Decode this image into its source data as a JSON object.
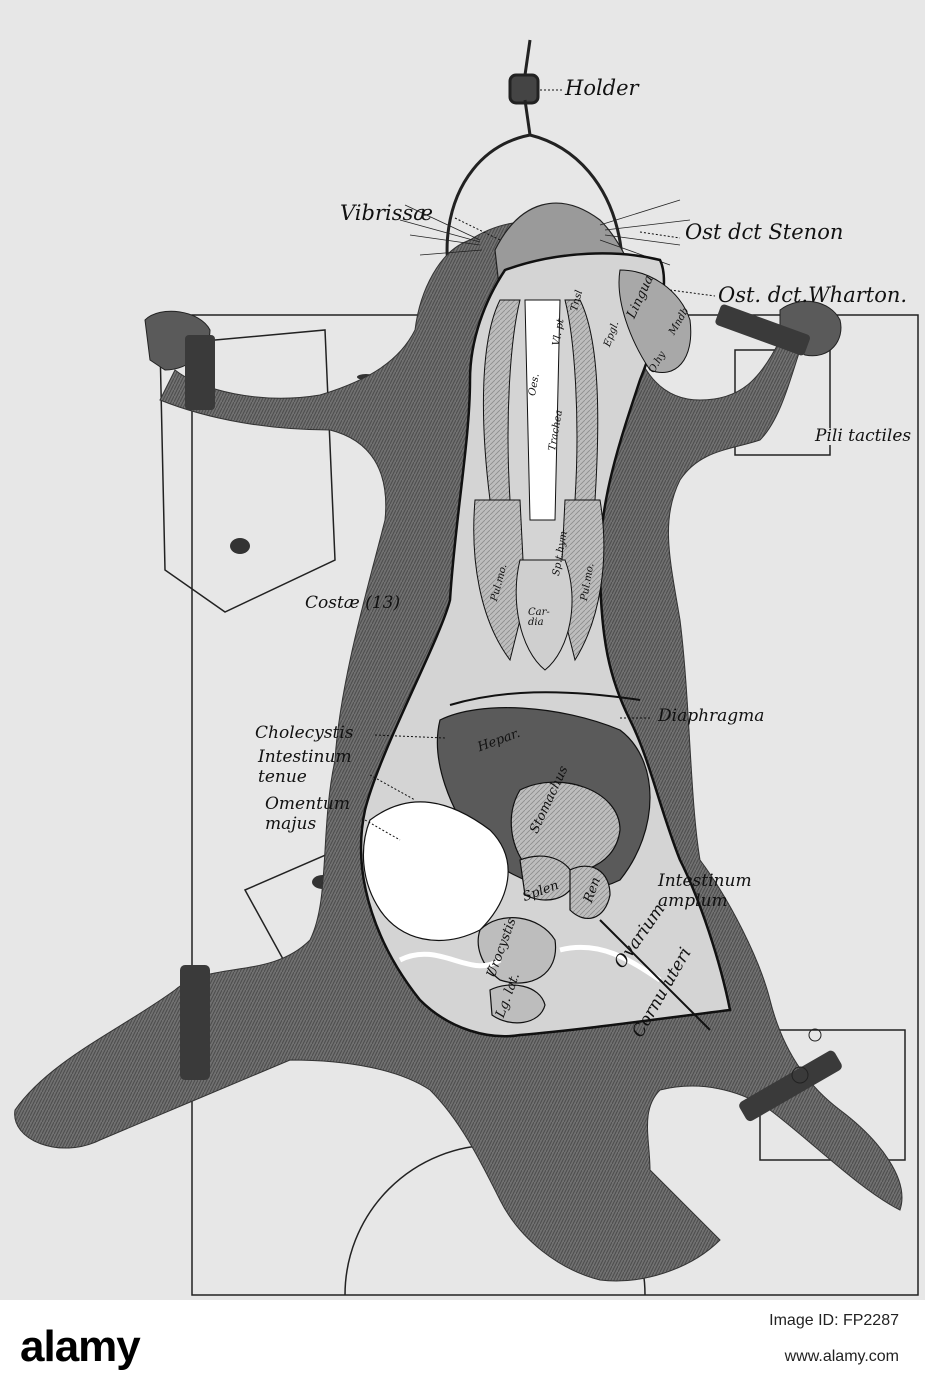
{
  "figure": {
    "labels": {
      "holder": "Holder",
      "vibrissae": "Vibrissæ",
      "ost_dct_stenon": "Ost dct Stenon",
      "ost_dct_wharton": "Ost. dct.Wharton.",
      "pili_tactiles": "Pili tactiles",
      "costae": "Costæ (13)",
      "diaphragma": "Diaphragma",
      "cholecystis": "Cholecystis",
      "intestinum_tenue": "Intestinum tenue",
      "omentum_majus": "Omentum majus",
      "intestinum_amplum": "Intestinum amplum",
      "ovarium": "Ovarium",
      "cornu_uteri": "Cornu uteri",
      "hepar": "Hepar.",
      "stomachus": "Stomachus",
      "splen": "Splen",
      "ren": "Ren",
      "urocystis": "Urocystis",
      "lg_lat": "Lg. lat.",
      "cardia": "Car-dia",
      "pul_mo_left": "Pul.mo.",
      "pul_mo_right": "Pul.mo.",
      "sp_thym": "Sp.t.hym",
      "oes": "Oes.",
      "trachea": "Trachea",
      "vl_pt": "Vl. pt",
      "tnsl": "Tnsl",
      "epgl": "Epgl.",
      "lingua": "Lingua",
      "o_hy": "O.hy",
      "mndb": "Mndb"
    }
  },
  "watermark": {
    "logo": "alamy",
    "image_id": "Image ID: FP2287",
    "url": "www.alamy.com"
  },
  "colors": {
    "plate_background": "#e7e7e7",
    "fur": "#6e6e6e",
    "fur_dark": "#4a4a4a",
    "viscera": "#ffffff",
    "ink": "#111111"
  }
}
